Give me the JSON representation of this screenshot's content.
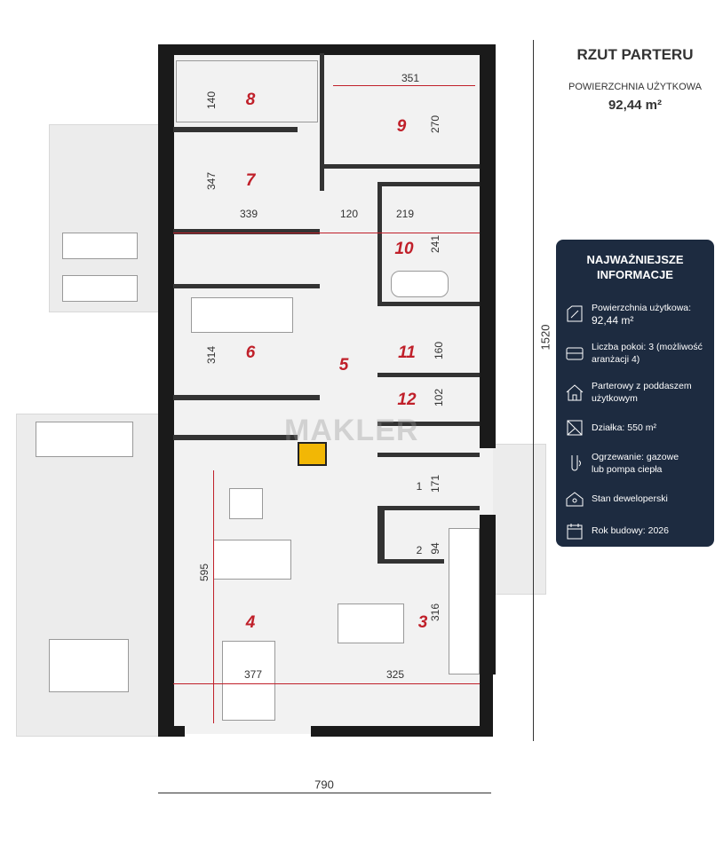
{
  "header": {
    "title": "RZUT PARTERU",
    "subtitle": "POWIERZCHNIA UŻYTKOWA",
    "area": "92,44 m²"
  },
  "info": {
    "title_line1": "NAJWAŻNIEJSZE",
    "title_line2": "INFORMACJE",
    "items": [
      {
        "icon": "area-icon",
        "line1": "Powierzchnia użytkowa:",
        "line2": "92,44 m²"
      },
      {
        "icon": "sofa-icon",
        "line1": "Liczba pokoi: 3 (możliwość",
        "line2": "aranżacji 4)"
      },
      {
        "icon": "house-icon",
        "line1": "Parterowy z poddaszem",
        "line2": "użytkowym"
      },
      {
        "icon": "plot-icon",
        "line1": "Działka: 550 m²",
        "line2": ""
      },
      {
        "icon": "heating-icon",
        "line1": "Ogrzewanie: gazowe",
        "line2": "lub pompa ciepła"
      },
      {
        "icon": "key-house-icon",
        "line1": "Stan deweloperski",
        "line2": ""
      },
      {
        "icon": "calendar-icon",
        "line1": "Rok budowy: 2026",
        "line2": ""
      }
    ]
  },
  "rooms": [
    "1",
    "2",
    "3",
    "4",
    "5",
    "6",
    "7",
    "8",
    "9",
    "10",
    "11",
    "12"
  ],
  "dims": {
    "d140": "140",
    "d351": "351",
    "d270": "270",
    "d347": "347",
    "d339": "339",
    "d120": "120",
    "d219": "219",
    "d241": "241",
    "d314": "314",
    "d160": "160",
    "d102": "102",
    "d171": "171",
    "d94": "94",
    "d316": "316",
    "d595": "595",
    "d377": "377",
    "d325": "325",
    "width": "790",
    "height": "1520"
  },
  "watermark": "MAKLER",
  "colors": {
    "accent": "#c0202a",
    "panel": "#1d2b40",
    "fireplace": "#f2b705"
  }
}
